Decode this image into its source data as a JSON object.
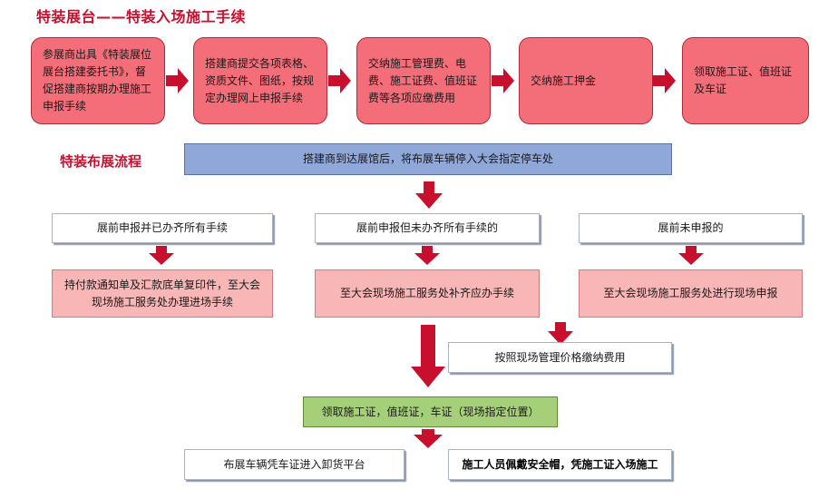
{
  "title_main": "特装展台——特装入场施工手续",
  "steps": [
    "参展商出具《特装展位展台搭建委托书》，督促搭建商按期办理施工申报手续",
    "搭建商提交各项表格、资质文件、图纸，按规定办理网上申报手续",
    "交纳施工管理费、电费、施工证费、值班证费等各项应缴费用",
    "交纳施工押金",
    "领取施工证、值班证及车证"
  ],
  "title_flow": "特装布展流程",
  "arrival": "搭建商到达展馆后，将布展车辆停入大会指定停车处",
  "branches": [
    {
      "condition": "展前申报并已办齐所有手续",
      "action": "持付款通知单及汇款底单复印件，至大会现场施工服务处办理进场手续"
    },
    {
      "condition": "展前申报但未办齐所有手续的",
      "action": "至大会现场施工服务处补齐应办手续"
    },
    {
      "condition": "展前未申报的",
      "action": "至大会现场施工服务处进行现场申报"
    }
  ],
  "pay_fees": "按照现场管理价格缴纳费用",
  "collect": "领取施工证，值班证，车证（现场指定位置）",
  "final_left": "布展车辆凭车证进入卸货平台",
  "final_right": "施工人员佩戴安全帽，凭施工证入场施工",
  "colors": {
    "title_red": "#c8102e",
    "arrow_red": "#c8102e",
    "step_fill": "#f46e7a",
    "action_fill": "#f9b6b7",
    "arrival_fill": "#8fa8d9",
    "collect_fill": "#a6cf7a"
  }
}
